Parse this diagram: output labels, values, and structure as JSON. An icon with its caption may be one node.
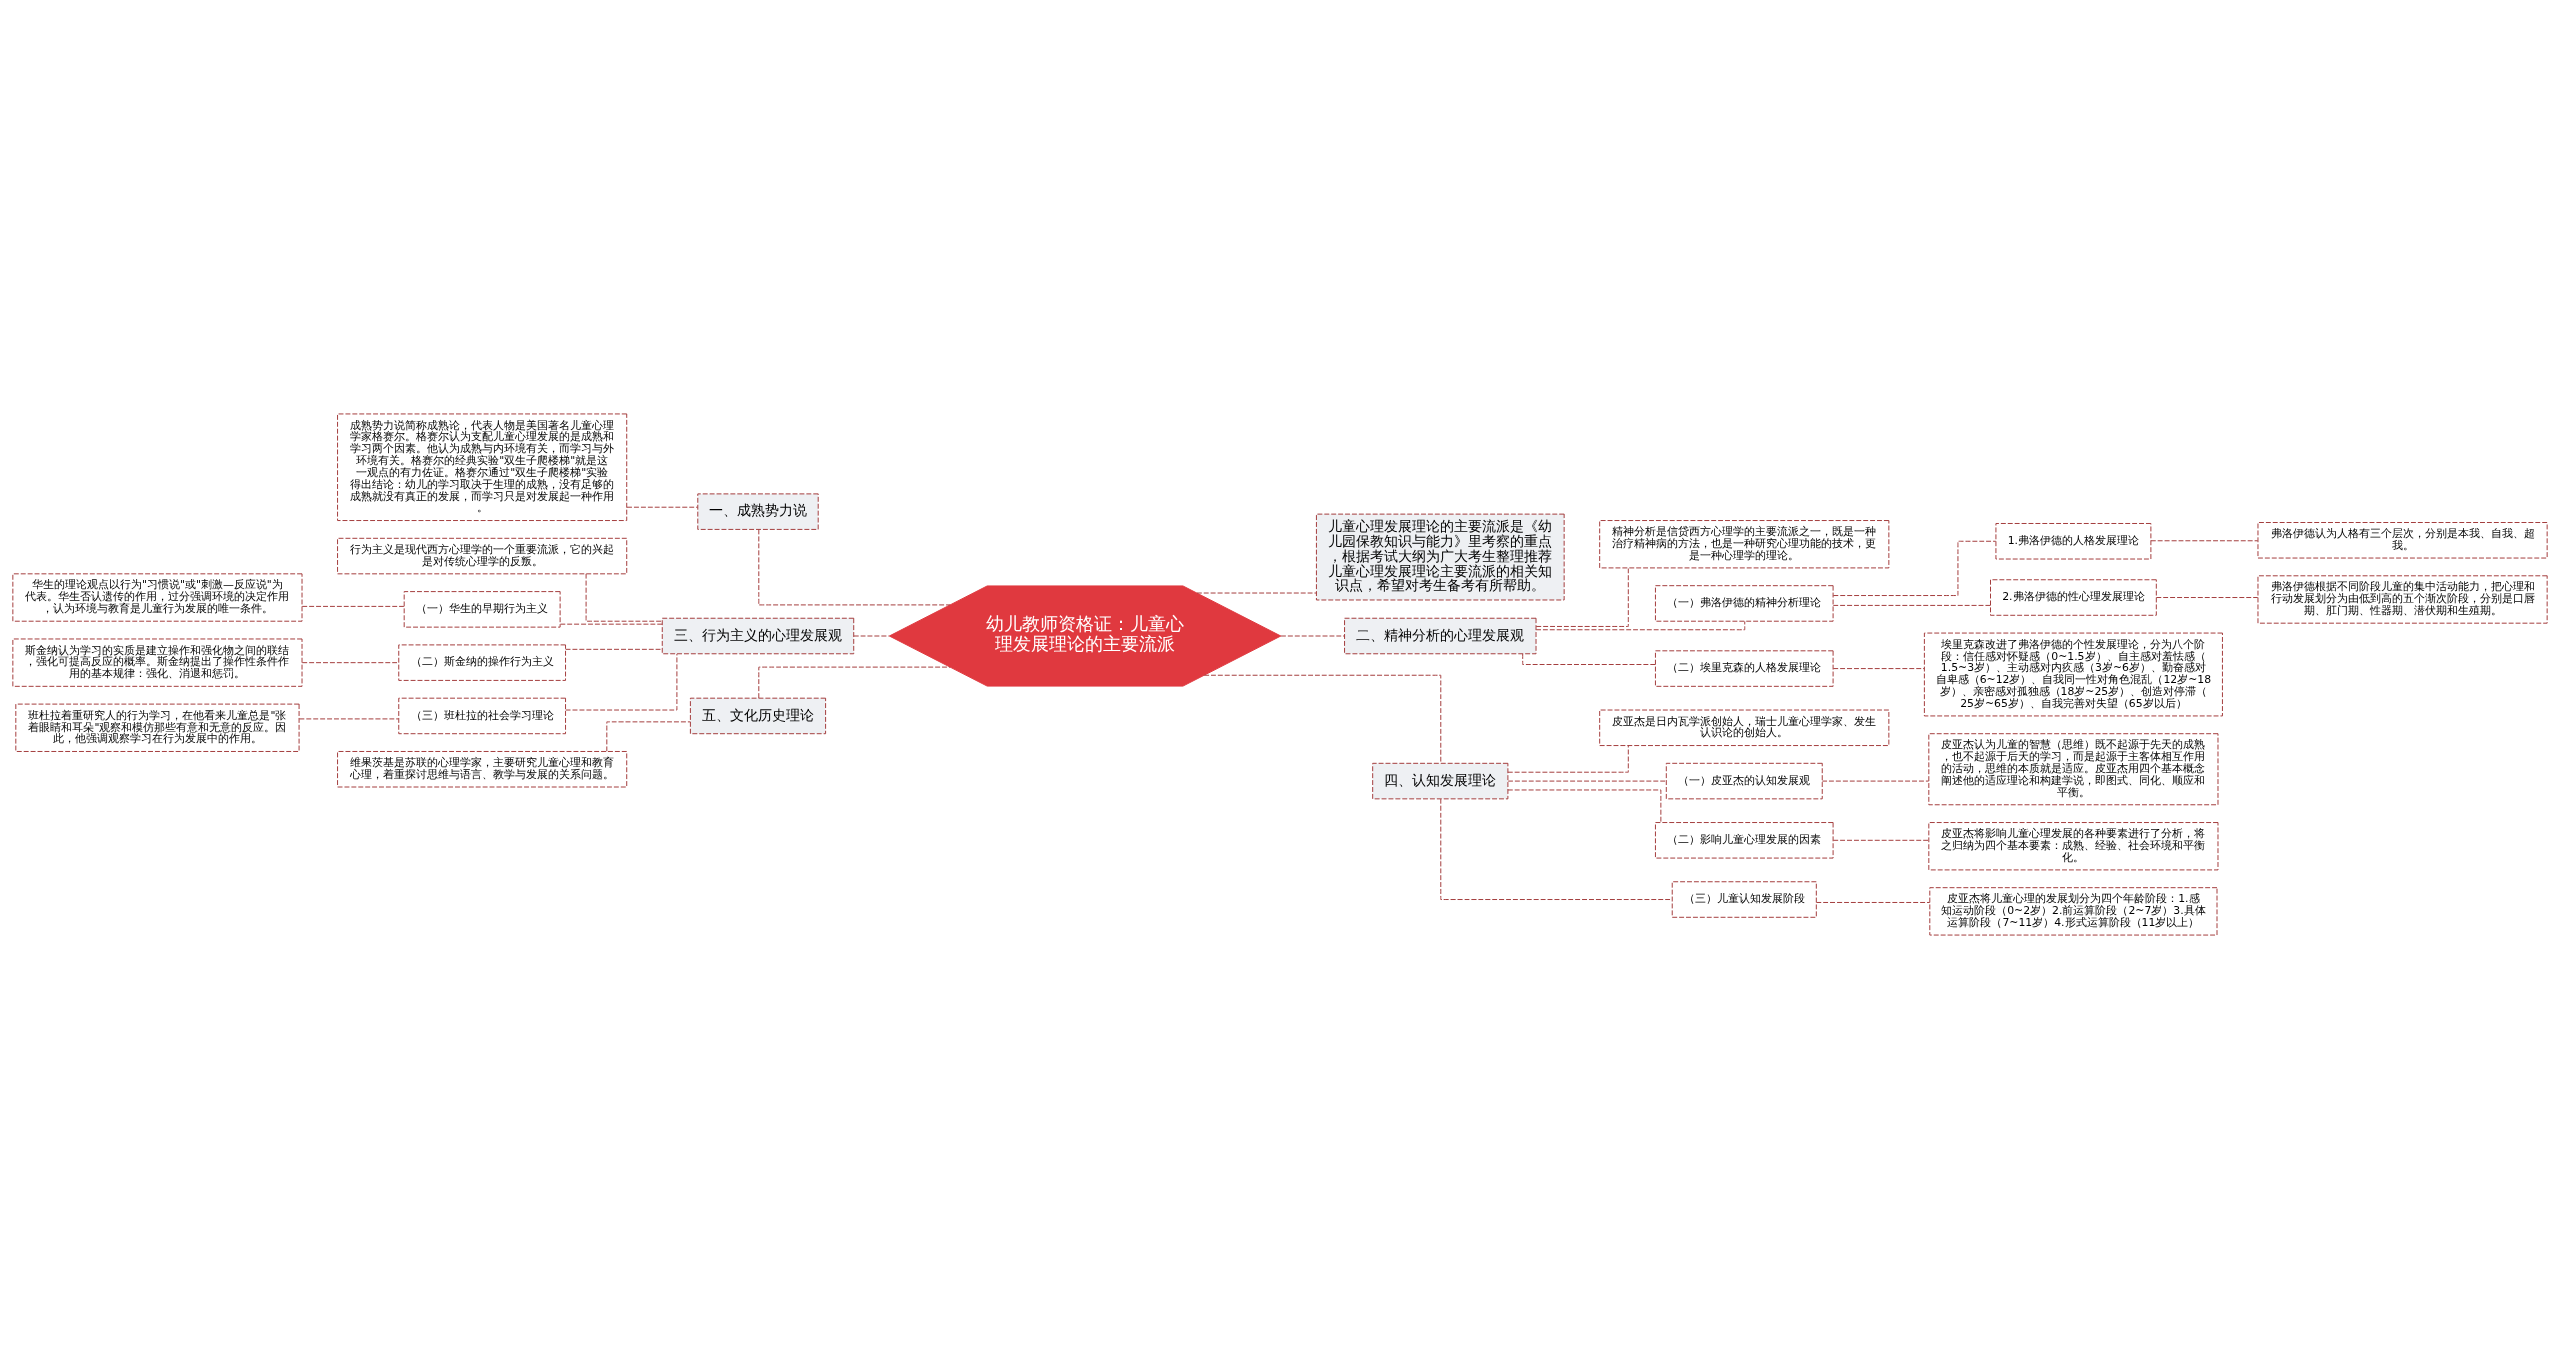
{
  "diagram": {
    "nodes": [
      {
        "text": [
          "幼儿教师资格证：儿童心理发展理论的主要流派"
        ]
      },
      {
        "text": [
          "儿童心理发展理论的主要流派是《幼儿园保教知识与能力》里考察的重点，根据考试大纲为广大考生整理推荐儿童心理发展理论主要流派的相关知识点，希望对考生备考有所帮助。"
        ]
      },
      {
        "text": [
          "一、成熟势力说"
        ]
      },
      {
        "text": [
          "成熟势力说简称成熟论，代表人物是美国著名儿童心理学家格赛尔。格赛尔认为支配儿童心理发展的是成熟和学习两个因素。他认为成熟与内环境有关，而学习与外环境有关。格赛尔的经典实验\"双生子爬楼梯\"就是这一观点的有力佐证。格赛尔通过\"双生子爬楼梯\"实验得出结论：幼儿的学习取决于生理的成熟，没有足够的成熟就没有真正的发展，而学习只是对发展起一种作用。"
        ]
      },
      {
        "text": [
          "三、行为主义的心理发展观"
        ]
      },
      {
        "text": [
          "行为主义是现代西方心理学的一个重要流派，它的兴起是对传统心理学的反叛。"
        ]
      },
      {
        "text": [
          "（一）华生的早期行为主义"
        ]
      },
      {
        "text": [
          "华生的理论观点以行为\"习惯说\"或\"刺激—反应说\"为代表。华生否认遗传的作用，过分强调环境的决定作用，认为环境与教育是儿童行为发展的唯一条件。"
        ]
      },
      {
        "text": [
          "（二）斯金纳的操作行为主义"
        ]
      },
      {
        "text": [
          "斯金纳认为学习的实质是建立操作和强化物之间的联结，强化可提高反应的概率。斯金纳提出了操作性条件作用的基本规律：强化、消退和惩罚。"
        ]
      },
      {
        "text": [
          "（三）班杜拉的社会学习理论"
        ]
      },
      {
        "text": [
          "班杜拉着重研究人的行为学习，在他看来儿童总是\"张着眼睛和耳朵\"观察和模仿那些有意和无意的反应。因此，他强调观察学习在行为发展中的作用。"
        ]
      },
      {
        "text": [
          "五、文化历史理论"
        ]
      },
      {
        "text": [
          "维果茨基是苏联的心理学家，主要研究儿童心理和教育心理，着重探讨思维与语言、教学与发展的关系问题。"
        ]
      },
      {
        "text": [
          "二、精神分析的心理发展观"
        ]
      },
      {
        "text": [
          "精神分析是信贷西方心理学的主要流派之一，既是一种治疗精神病的方法，也是一种研究心理功能的技术，更是一种心理学的理论。"
        ]
      },
      {
        "text": [
          "（一）弗洛伊德的精神分析理论"
        ]
      },
      {
        "text": [
          "1.弗洛伊德的人格发展理论"
        ]
      },
      {
        "text": [
          "弗洛伊德认为人格有三个层次，分别是本我、自我、超我。"
        ]
      },
      {
        "text": [
          "2.弗洛伊德的性心理发展理论"
        ]
      },
      {
        "text": [
          "弗洛伊德根据不同阶段儿童的集中活动能力，把心理和行动发展划分为由低到高的五个渐次阶段，分别是口唇期、肛门期、性器期、潜伏期和生殖期。"
        ]
      },
      {
        "text": [
          "（二）埃里克森的人格发展理论"
        ]
      },
      {
        "text": [
          "埃里克森改进了弗洛伊德的个性发展理论，分为八个阶段：信任感对怀疑感（0~1.5岁）、自主感对羞怯感（1.5~3岁）、主动感对内疚感（3岁~6岁）、勤奋感对自卑感（6~12岁）、自我同一性对角色混乱（12岁~18岁）、亲密感对孤独感（18岁~25岁）、创造对停滞（25岁~65岁）、自我完善对失望（65岁以后）"
        ]
      },
      {
        "text": [
          "四、认知发展理论"
        ]
      },
      {
        "text": [
          "皮亚杰是日内瓦学派创始人，瑞士儿童心理学家、发生认识论的创始人。"
        ]
      },
      {
        "text": [
          "（一）皮亚杰的认知发展观"
        ]
      },
      {
        "text": [
          "皮亚杰认为儿童的智慧（思维）既不起源于先天的成熟，也不起源于后天的学习，而是起源于主客体相互作用的活动，思维的本质就是适应。皮亚杰用四个基本概念阐述他的适应理论和构建学说，即图式、同化、顺应和平衡。"
        ]
      },
      {
        "text": [
          "（二）影响儿童心理发展的因素"
        ]
      },
      {
        "text": [
          "皮亚杰将影响儿童心理发展的各种要素进行了分析，将之归纳为四个基本要素：成熟、经验、社会环境和平衡化。"
        ]
      },
      {
        "text": [
          "（三）儿童认知发展阶段"
        ]
      },
      {
        "text": [
          "皮亚杰将儿童心理的发展划分为四个年龄阶段：1.感知运动阶段（0~2岁）2.前运算阶段（2~7岁）3.具体运算阶段（7~11岁）4.形式运算阶段（11岁以上）"
        ]
      }
    ],
    "edges": [
      {
        "from": 0,
        "to": 1,
        "arrow": "none",
        "style": "dashed"
      },
      {
        "from": 0,
        "to": 2,
        "arrow": "none",
        "style": "dashed"
      },
      {
        "from": 2,
        "to": 3,
        "arrow": "none",
        "style": "dashed"
      },
      {
        "from": 0,
        "to": 4,
        "arrow": "none",
        "style": "dashed"
      },
      {
        "from": 4,
        "to": 5,
        "arrow": "none",
        "style": "dashed"
      },
      {
        "from": 4,
        "to": 6,
        "arrow": "none",
        "style": "dashed"
      },
      {
        "from": 6,
        "to": 7,
        "arrow": "none",
        "style": "dashed"
      },
      {
        "from": 4,
        "to": 8,
        "arrow": "none",
        "style": "dashed"
      },
      {
        "from": 8,
        "to": 9,
        "arrow": "none",
        "style": "dashed"
      },
      {
        "from": 4,
        "to": 10,
        "arrow": "none",
        "style": "dashed"
      },
      {
        "from": 10,
        "to": 11,
        "arrow": "none",
        "style": "dashed"
      },
      {
        "from": 0,
        "to": 12,
        "arrow": "none",
        "style": "dashed"
      },
      {
        "from": 12,
        "to": 13,
        "arrow": "none",
        "style": "dashed"
      },
      {
        "from": 0,
        "to": 14,
        "arrow": "none",
        "style": "dashed"
      },
      {
        "from": 14,
        "to": 15,
        "arrow": "none",
        "style": "dashed"
      },
      {
        "from": 14,
        "to": 16,
        "arrow": "none",
        "style": "dashed"
      },
      {
        "from": 16,
        "to": 17,
        "arrow": "none",
        "style": "dashed"
      },
      {
        "from": 17,
        "to": 18,
        "arrow": "none",
        "style": "dashed"
      },
      {
        "from": 16,
        "to": 19,
        "arrow": "none",
        "style": "dashed"
      },
      {
        "from": 19,
        "to": 20,
        "arrow": "none",
        "style": "dashed"
      },
      {
        "from": 14,
        "to": 21,
        "arrow": "none",
        "style": "dashed"
      },
      {
        "from": 21,
        "to": 22,
        "arrow": "none",
        "style": "dashed"
      },
      {
        "from": 0,
        "to": 23,
        "arrow": "none",
        "style": "dashed"
      },
      {
        "from": 23,
        "to": 24,
        "arrow": "none",
        "style": "dashed"
      },
      {
        "from": 23,
        "to": 25,
        "arrow": "none",
        "style": "dashed"
      },
      {
        "from": 25,
        "to": 26,
        "arrow": "none",
        "style": "dashed"
      },
      {
        "from": 23,
        "to": 27,
        "arrow": "none",
        "style": "dashed"
      },
      {
        "from": 27,
        "to": 28,
        "arrow": "none",
        "style": "dashed"
      },
      {
        "from": 23,
        "to": 29,
        "arrow": "none",
        "style": "dashed"
      },
      {
        "from": 29,
        "to": 30,
        "arrow": "none",
        "style": "dashed"
      }
    ]
  }
}
